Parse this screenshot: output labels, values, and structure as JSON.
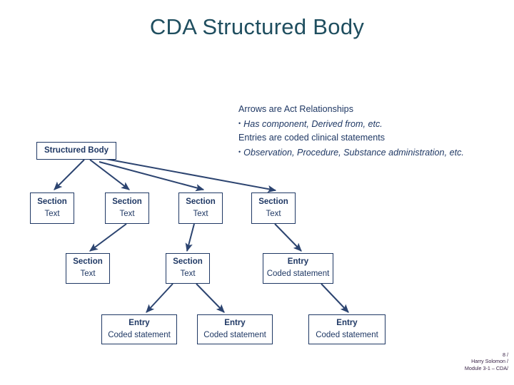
{
  "slide": {
    "title": "CDA Structured Body",
    "title_color": "#1f4e5f",
    "accent_color": "#1f3864",
    "background": "#ffffff"
  },
  "notes": {
    "lines": [
      {
        "text": "Arrows are Act Relationships",
        "style": "plain"
      },
      {
        "text": "Has component, Derived from, etc.",
        "style": "bullet-italic"
      },
      {
        "text": "Entries are coded clinical statements",
        "style": "plain"
      },
      {
        "text": "Observation, Procedure, Substance administration, etc.",
        "style": "bullet-italic"
      }
    ]
  },
  "diagram": {
    "root": {
      "title": "Structured Body",
      "sub": ""
    },
    "row1": [
      {
        "title": "Section",
        "sub": "Text"
      },
      {
        "title": "Section",
        "sub": "Text"
      },
      {
        "title": "Section",
        "sub": "Text"
      },
      {
        "title": "Section",
        "sub": "Text"
      }
    ],
    "row2": [
      {
        "title": "Section",
        "sub": "Text"
      },
      {
        "title": "Section",
        "sub": "Text"
      },
      {
        "title": "Entry",
        "sub": "Coded statement"
      }
    ],
    "row3": [
      {
        "title": "Entry",
        "sub": "Coded statement"
      },
      {
        "title": "Entry",
        "sub": "Coded statement"
      },
      {
        "title": "Entry",
        "sub": "Coded statement"
      }
    ]
  },
  "footer": {
    "line1": "8 /",
    "line2": "Harry Solomon /",
    "line3": "Module 3-1 – CDA/"
  }
}
